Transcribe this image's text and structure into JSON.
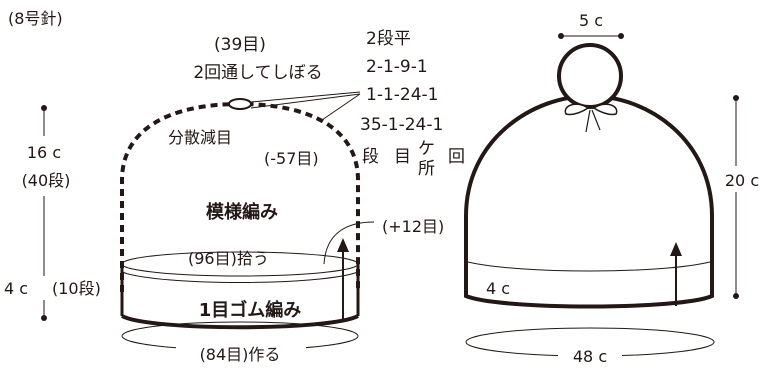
{
  "needle": "(8号針)",
  "left_hat": {
    "top_stitches": "(39目)",
    "top_instruction": "2回通してしぼる",
    "decrease_label": "分散減目",
    "decrease_count": "(-57目)",
    "pattern_label": "模様編み",
    "increase_count": "(+12目)",
    "pickup_label": "(96目)拾う",
    "rib_label": "1目ゴム編み",
    "cast_on_label": "(84目)作る",
    "body_height_cm": "16 c",
    "body_rows": "(40段)",
    "rib_height_cm": "4 c",
    "rib_rows": "(10段)"
  },
  "decrease_table": {
    "rows": [
      "2段平",
      "2-1-9-1",
      "1-1-24-1",
      "35-1-24-1"
    ],
    "headers": [
      "段",
      "目",
      "ケ\n所",
      "回"
    ]
  },
  "right_hat": {
    "pompom_width": "5 c",
    "height": "20 c",
    "rib_height": "4 c",
    "width": "48 c"
  }
}
